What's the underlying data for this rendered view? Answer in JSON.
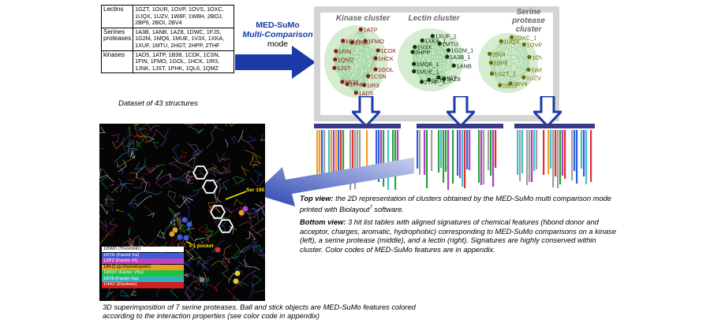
{
  "dataset": {
    "rows": [
      {
        "family": "Lectins",
        "codes": "1GZT, 1OUR, 1OVP, 1OVS, 1OXC, 1UQX, 1UZV, 1W8F, 1W8H, 2BOJ, 2BP6, 2BOI, 2BV4"
      },
      {
        "family": "Serines proteases",
        "codes": "1A3B, 1ANB, 1AZ8, 1DWC, 1FJS, 1G2M, 1MQ6, 1MUE, 1V3X, 1XKA, 1XUF, 1MTU, 2HGT, 2HPP, 2THF"
      },
      {
        "family": "kinases",
        "codes": "1AD5, 1ATP, 1B38, 1CDK, 1CSN, 1FIN, 1FMO, 1GOL, 1HCK, 1IR3, 1JNK, 1JST, 1PHK, 1QL6, 1QMZ"
      }
    ],
    "caption": "Dataset of 43 structures"
  },
  "mode_label": {
    "line1": "MED-SuMo",
    "line2": "Multi-Comparison",
    "line3": "mode"
  },
  "clusters": [
    {
      "title": "Kinase cluster",
      "labels": [
        "1GOL",
        "1CSN",
        "1IR3",
        "1AD5",
        "1PHK",
        "1B38",
        "1JST",
        "1QMZ",
        "1FIN",
        "1QL6",
        "1JNK",
        "1ATP",
        "1FMO",
        "1CDK",
        "1HCK"
      ]
    },
    {
      "title": "Lectin cluster",
      "labels": [
        "1ANB",
        "1AZ8",
        "2HGT",
        "1FJS_1",
        "2THF_1",
        "1MUE_1",
        "1MQ6_1",
        "2HPP",
        "1V3X",
        "1XKA_1",
        "1XUF_1",
        "1MTU",
        "1G2M_1",
        "1A3B_1"
      ]
    },
    {
      "title": "Serine protease cluster",
      "labels": [
        "1W8H_1",
        "1UZV",
        "2BV4",
        "2BOJ",
        "1GZT_1",
        "2BP6",
        "2BOI",
        "1UQX",
        "1OXC_1",
        "1OVP",
        "1OVS_1"
      ]
    }
  ],
  "description": {
    "top_label": "Top view:",
    "top_text": " the 2D representation of clusters obtained by the MED-SuMo multi comparison mode printed with Biolayout",
    "top_sup": "7",
    "top_end": " software.",
    "bottom_label": "Bottom view:",
    "bottom_text": " 3 hit list tables with aligned signatures of chemical features (hbond donor and acceptor, charges, aromatic, hydrophobic) corresponding to MED-SuMo comparisons on a kinase (left), a serine protease (middle), and a lectin (right). Signatures are highly conserved within cluster. Color codes of MED-SuMo features are in appendix."
  },
  "view3d": {
    "labels": {
      "ser": "Ser 195",
      "pocket": "P1 pocket"
    },
    "legend": [
      {
        "text": "1DWD (Thrombin)",
        "color": "#ffffff",
        "fg": "#000000"
      },
      {
        "text": "1KYE (Factor Xa)",
        "color": "#3a5ed8",
        "fg": "#ffffff"
      },
      {
        "text": "1ZPZ (Factor XI)",
        "color": "#c040c0",
        "fg": "#ffffff"
      },
      {
        "text": "1AFQ (g-chymotrypsin)",
        "color": "#e8a020",
        "fg": "#000000"
      },
      {
        "text": "1WQV (Factor VIIa)",
        "color": "#20c040",
        "fg": "#ffffff"
      },
      {
        "text": "1B78 (Factor Xa)",
        "color": "#30b0c0",
        "fg": "#ffffff"
      },
      {
        "text": "1HAZ (Elastase)",
        "color": "#d02020",
        "fg": "#ffffff"
      }
    ],
    "caption": "3D superimposition of 7 serine proteases. Ball and stick objects are MED-SuMo features colored according to the interaction properties (see color code in appendix)"
  },
  "colors": {
    "arrow": "#1a3aa8",
    "arrow_light": "#8a9ad8",
    "kinase_node": "#8b1a1a",
    "lectin_node": "#113311",
    "serine_node": "#6b6b00",
    "frame": "#d4d4d4"
  }
}
